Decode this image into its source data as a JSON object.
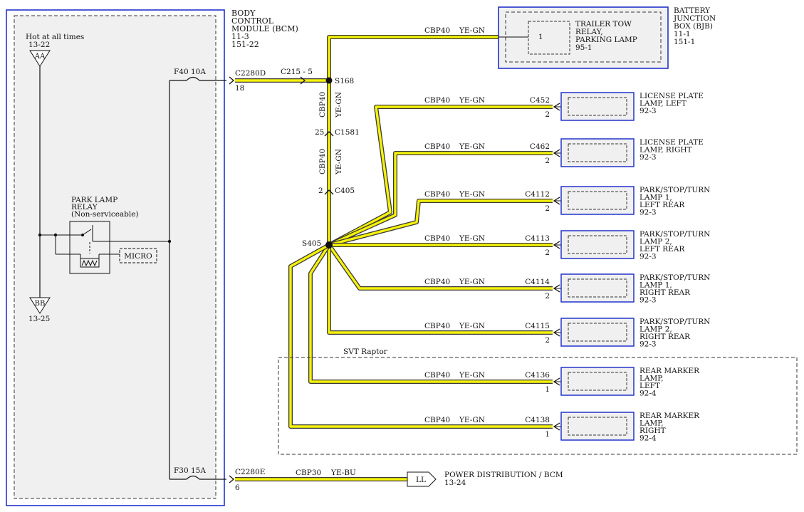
{
  "colors": {
    "wire_ye_gn": "#f5f20a",
    "wire_outline": "#3a3a3a",
    "module_border": "#2233cc",
    "module_fill": "#f0f0f0"
  },
  "bcm": {
    "title_lines": [
      "BODY",
      "CONTROL",
      "MODULE (BCM)",
      "11-3",
      "151-22"
    ],
    "hot_label": "Hot at all times",
    "hot_ref": "13-22",
    "aa": "AA",
    "bb": "BB",
    "bb_ref": "13-25",
    "relay_lines": [
      "PARK LAMP",
      "RELAY",
      "(Non-serviceable)"
    ],
    "micro": "MICRO",
    "fuse_f40": "F40  10A",
    "fuse_f30": "F30  15A"
  },
  "bjb": {
    "title_lines": [
      "BATTERY",
      "JUNCTION",
      "BOX (BJB)",
      "11-1",
      "151-1"
    ],
    "pin": "1",
    "relay_lines": [
      "TRAILER TOW",
      "RELAY,",
      "PARKING LAMP",
      "95-1"
    ]
  },
  "connectors": {
    "c2280d": "C2280D",
    "c2280d_pin": "18",
    "c215": "C215  - 5",
    "s168": "S168",
    "c1581": "C1581",
    "c1581_pin": "25",
    "c405": "C405",
    "c405_pin": "2",
    "s405": "S405",
    "c2280e": "C2280E",
    "c2280e_pin": "6",
    "vertical_wire": "CBP40",
    "vertical_color": "YE-GN"
  },
  "circuits": [
    {
      "wire": "CBP40",
      "color": "YE-GN",
      "connector": "C452",
      "pin": "2",
      "lines": [
        "LICENSE PLATE",
        "LAMP, LEFT",
        "92-3"
      ]
    },
    {
      "wire": "CBP40",
      "color": "YE-GN",
      "connector": "C462",
      "pin": "2",
      "lines": [
        "LICENSE PLATE",
        "LAMP, RIGHT",
        "92-3"
      ]
    },
    {
      "wire": "CBP40",
      "color": "YE-GN",
      "connector": "C4112",
      "pin": "2",
      "lines": [
        "PARK/STOP/TURN",
        "LAMP 1,",
        "LEFT REAR",
        "92-3"
      ]
    },
    {
      "wire": "CBP40",
      "color": "YE-GN",
      "connector": "C4113",
      "pin": "2",
      "lines": [
        "PARK/STOP/TURN",
        "LAMP 2,",
        "LEFT REAR",
        "92-3"
      ]
    },
    {
      "wire": "CBP40",
      "color": "YE-GN",
      "connector": "C4114",
      "pin": "2",
      "lines": [
        "PARK/STOP/TURN",
        "LAMP 1,",
        "RIGHT REAR",
        "92-3"
      ]
    },
    {
      "wire": "CBP40",
      "color": "YE-GN",
      "connector": "C4115",
      "pin": "2",
      "lines": [
        "PARK/STOP/TURN",
        "LAMP 2,",
        "RIGHT REAR",
        "92-3"
      ]
    },
    {
      "wire": "CBP40",
      "color": "YE-GN",
      "connector": "C4136",
      "pin": "1",
      "lines": [
        "REAR MARKER",
        "LAMP,",
        "LEFT",
        "92-4"
      ]
    },
    {
      "wire": "CBP40",
      "color": "YE-GN",
      "connector": "C4138",
      "pin": "1",
      "lines": [
        "REAR MARKER",
        "LAMP,",
        "RIGHT",
        "92-4"
      ]
    }
  ],
  "top_wire": {
    "wire": "CBP40",
    "color": "YE-GN"
  },
  "svt_label": "SVT Raptor",
  "bottom_wire": {
    "wire": "CBP30",
    "color": "YE-BU"
  },
  "ll": "LL",
  "power_dist": {
    "lines": [
      "POWER DISTRIBUTION / BCM",
      "13-24"
    ]
  }
}
